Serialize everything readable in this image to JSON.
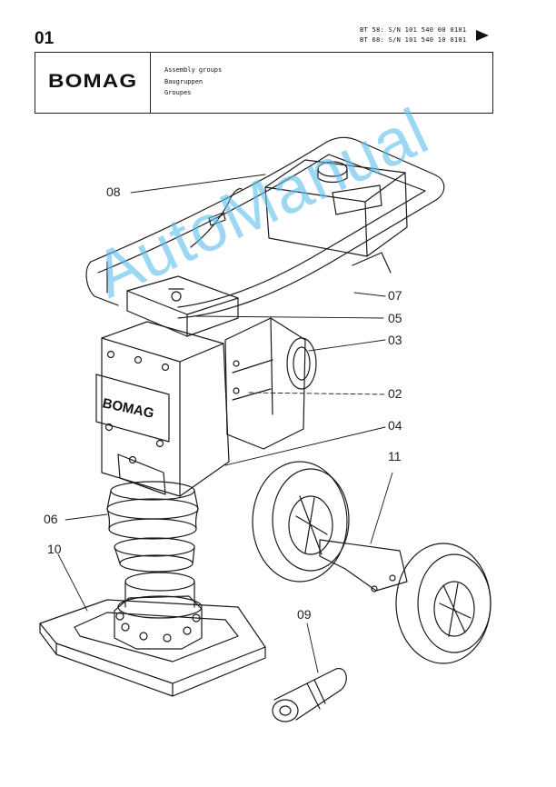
{
  "header": {
    "page_number": "01",
    "serials": [
      "BT 58: S/N 101 540 00 0101",
      "BT 68: S/N 101 540 10 0101"
    ],
    "logo": "BOMAG",
    "groups": [
      "Assembly groups",
      "Baugruppen",
      "Groupes"
    ]
  },
  "drawing": {
    "machine_logo": "BOMAG",
    "callouts": [
      "08",
      "07",
      "05",
      "03",
      "02",
      "04",
      "11",
      "06",
      "10",
      "09"
    ]
  },
  "watermark": "AutoManual"
}
